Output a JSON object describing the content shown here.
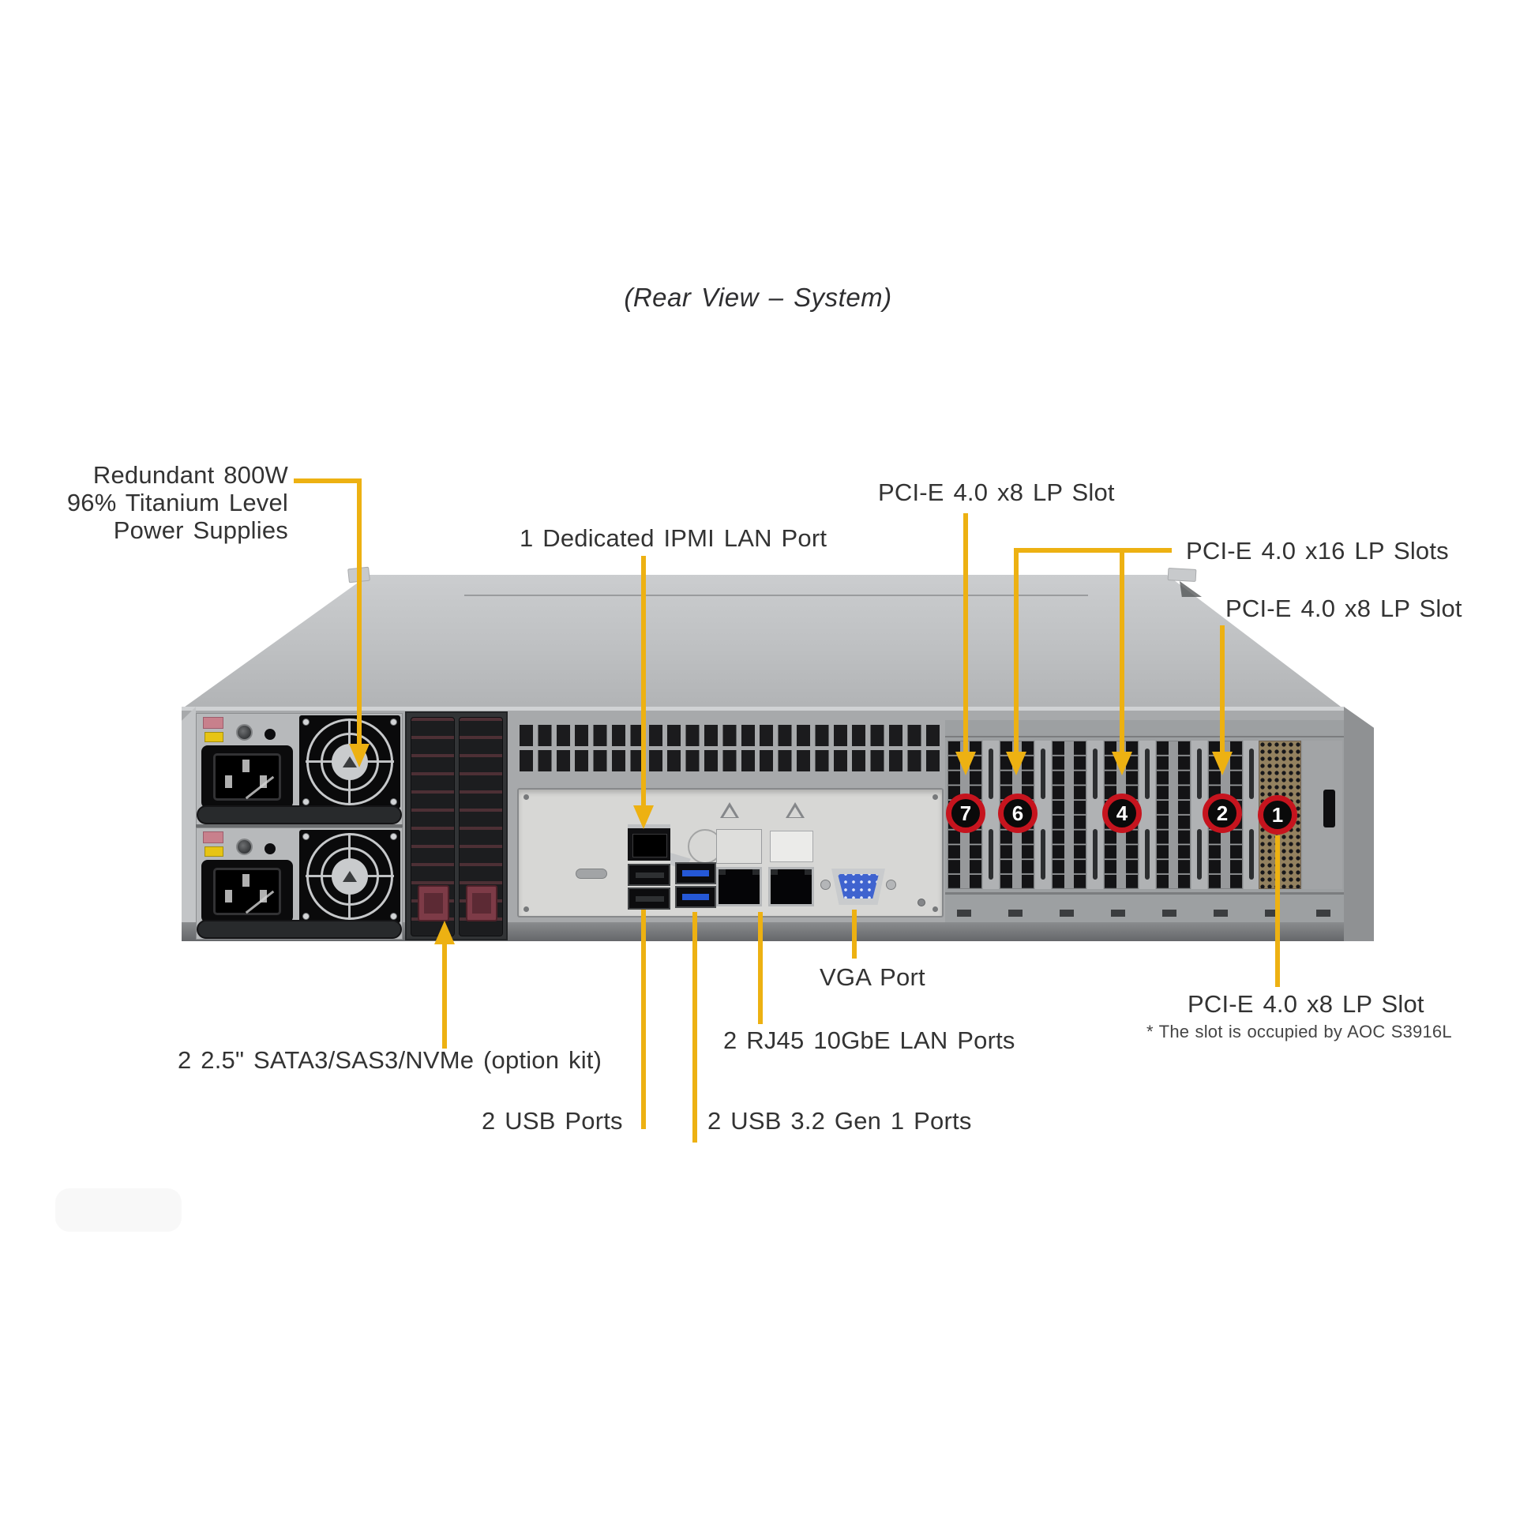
{
  "title": "(Rear View – System)",
  "labels": {
    "psu_line1": "Redundant 800W",
    "psu_line2": "96% Titanium Level",
    "psu_line3": "Power Supplies",
    "ipmi": "1 Dedicated IPMI LAN Port",
    "pcie_x8_top": "PCI-E 4.0 x8 LP Slot",
    "pcie_x16": "PCI-E 4.0 x16 LP Slots",
    "pcie_x8_upper_right": "PCI-E 4.0 x8 LP Slot",
    "vga": "VGA Port",
    "rj45": "2 RJ45 10GbE LAN Ports",
    "pcie_x8_lower_right": "PCI-E 4.0 x8 LP Slot",
    "pcie_note": "* The slot is occupied by AOC S3916L",
    "sata": "2 2.5\" SATA3/SAS3/NVMe (option kit)",
    "usb2": "2 USB Ports",
    "usb3": "2 USB 3.2 Gen 1 Ports"
  },
  "slot_badges": {
    "slot7": "7",
    "slot6": "6",
    "slot4": "4",
    "slot2": "2",
    "slot1": "1"
  },
  "colors": {
    "callout": "#EDB112",
    "badge_ring": "#C6141E",
    "badge_fill": "#0A0A0A",
    "badge_text": "#FFFFFF",
    "label_text": "#333333"
  }
}
